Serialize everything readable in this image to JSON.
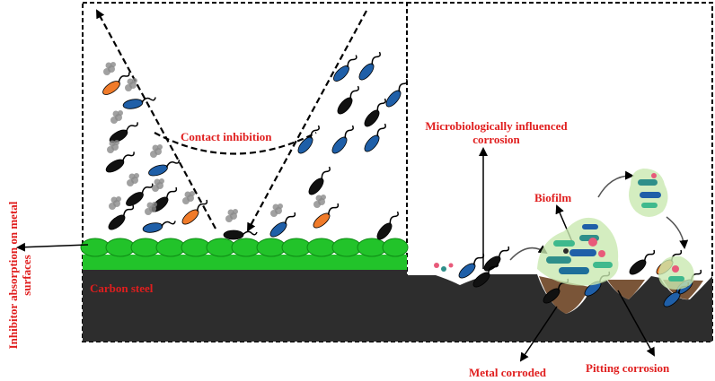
{
  "labels": {
    "carbon_steel": "Carbon steel",
    "contact_inhibition": "Contact inhibition",
    "mic_line1": "Microbiologically influenced",
    "mic_line2": "corrosion",
    "biofilm": "Biofilm",
    "metal_corroded": "Metal corroded",
    "pitting_corrosion": "Pitting corrosion",
    "inhibitor_line1": "Inhibitor absorption on metal",
    "inhibitor_line2": "surfaces"
  },
  "colors": {
    "steel": "#2d2d2d",
    "inhibitor_layer": "#22c32a",
    "bacteria_blue": "#1f5fa8",
    "bacteria_black": "#111111",
    "bacteria_orange": "#f07b2a",
    "corrosion_pit": "#6b4322",
    "label_red": "#e01e1e",
    "biofilm_halo": "#c9e8b0"
  }
}
